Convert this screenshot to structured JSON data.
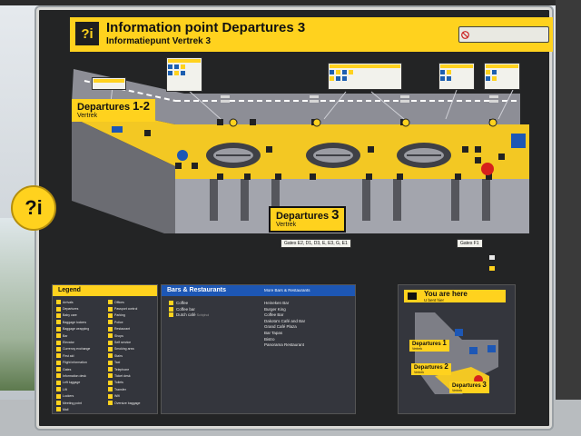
{
  "header": {
    "icon": "?i",
    "title": "Information point Departures 3",
    "subtitle": "Informatiepunt Vertrek 3"
  },
  "map": {
    "departures_12": {
      "label": "Departures",
      "number": "1-2",
      "sublabel": "Vertrek"
    },
    "departures_3": {
      "label": "Departures",
      "number": "3",
      "sublabel": "Vertrek"
    },
    "gates_left": "Gates E2, D1, D3, E, E3, G, E1",
    "gates_right": "Gates F1"
  },
  "side_sign": {
    "icon": "?i"
  },
  "legend": {
    "title": "Legend",
    "items": [
      "Arrivals",
      "Departures",
      "Baby care",
      "Baggage lockers",
      "Baggage wrapping",
      "Bar",
      "Elevator",
      "Currency exchange",
      "First aid",
      "Flight information",
      "Gates",
      "Information desk",
      "Left luggage",
      "Lift",
      "Lockers",
      "Meeting point",
      "Mail",
      "Offices",
      "Passport control",
      "Parking",
      "Police",
      "Restaurant",
      "Shops",
      "Self service",
      "Smoking area",
      "Stairs",
      "Taxi",
      "Telephone",
      "Ticket desk",
      "Toilets",
      "Transfer",
      "Wifi",
      "Oversize baggage"
    ]
  },
  "bars": {
    "title": "Bars & Restaurants",
    "title_right": "More Bars & Restaurants",
    "left": [
      {
        "name": "Coffee",
        "note": ""
      },
      {
        "name": "Coffee bar",
        "note": ""
      },
      {
        "name": "Dutch café",
        "note": "Schiphol"
      }
    ],
    "right": [
      {
        "name": "Heineken Bar",
        "note": ""
      },
      {
        "name": "Burger King",
        "note": ""
      },
      {
        "name": "Coffee Bar",
        "note": ""
      },
      {
        "name": "Dakota's Café and Bar",
        "note": ""
      },
      {
        "name": "Grand Café Plaza",
        "note": ""
      },
      {
        "name": "Bar Tapas",
        "note": ""
      },
      {
        "name": "Bistro",
        "note": ""
      },
      {
        "name": "Panorama Restaurant",
        "note": ""
      }
    ]
  },
  "you_are_here": {
    "title": "You are here",
    "subtitle": "U bent hier",
    "tags": [
      {
        "label": "Departures",
        "number": "1",
        "sub": "Vertrek"
      },
      {
        "label": "Departures",
        "number": "2",
        "sub": "Vertrek"
      },
      {
        "label": "Departures",
        "number": "3",
        "sub": "Vertrek"
      }
    ]
  }
}
